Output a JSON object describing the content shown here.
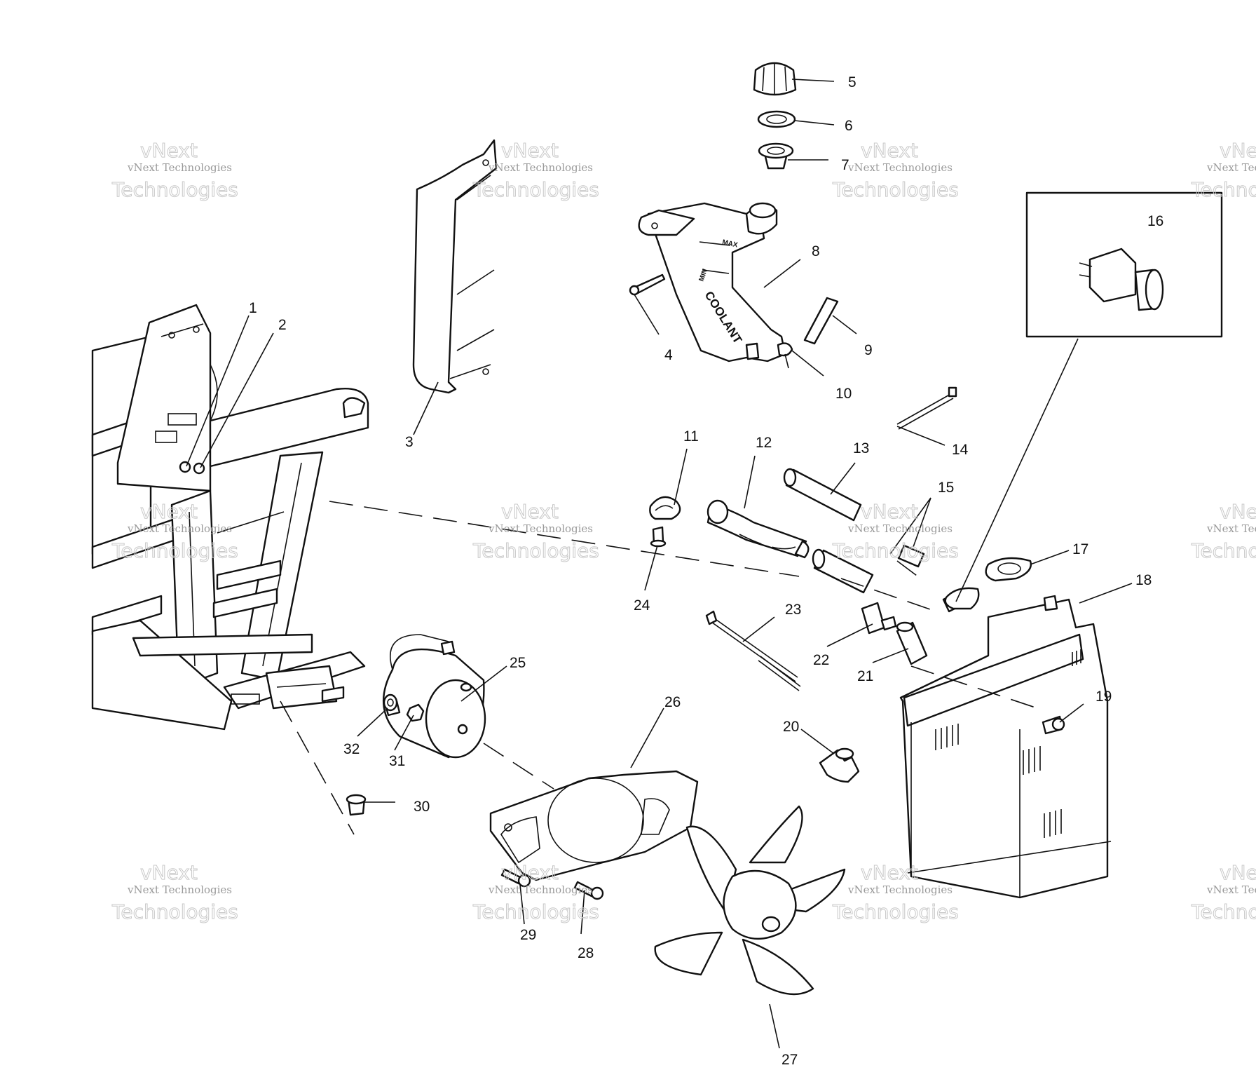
{
  "callouts": [
    {
      "id": "1",
      "label": "1"
    },
    {
      "id": "2",
      "label": "2"
    },
    {
      "id": "3",
      "label": "3"
    },
    {
      "id": "4",
      "label": "4"
    },
    {
      "id": "5",
      "label": "5"
    },
    {
      "id": "6",
      "label": "6"
    },
    {
      "id": "7",
      "label": "7"
    },
    {
      "id": "8",
      "label": "8"
    },
    {
      "id": "9",
      "label": "9"
    },
    {
      "id": "10",
      "label": "10"
    },
    {
      "id": "11",
      "label": "11"
    },
    {
      "id": "12",
      "label": "12"
    },
    {
      "id": "13",
      "label": "13"
    },
    {
      "id": "14",
      "label": "14"
    },
    {
      "id": "15",
      "label": "15"
    },
    {
      "id": "16",
      "label": "16"
    },
    {
      "id": "17",
      "label": "17"
    },
    {
      "id": "18",
      "label": "18"
    },
    {
      "id": "19",
      "label": "19"
    },
    {
      "id": "20",
      "label": "20"
    },
    {
      "id": "21",
      "label": "21"
    },
    {
      "id": "22",
      "label": "22"
    },
    {
      "id": "23",
      "label": "23"
    },
    {
      "id": "24",
      "label": "24"
    },
    {
      "id": "25",
      "label": "25"
    },
    {
      "id": "26",
      "label": "26"
    },
    {
      "id": "27",
      "label": "27"
    },
    {
      "id": "28",
      "label": "28"
    },
    {
      "id": "29",
      "label": "29"
    },
    {
      "id": "30",
      "label": "30"
    },
    {
      "id": "31",
      "label": "31"
    },
    {
      "id": "32",
      "label": "32"
    }
  ],
  "tank_markings": {
    "max": "MAX",
    "min": "MIN",
    "coolant": "COOLANT"
  },
  "watermark": {
    "line1": "vNext",
    "line2": "vNext Technologies",
    "line3": "Technologies"
  },
  "colors": {
    "ink": "#111111",
    "watermark": "#9a9a9a",
    "background": "#ffffff"
  }
}
